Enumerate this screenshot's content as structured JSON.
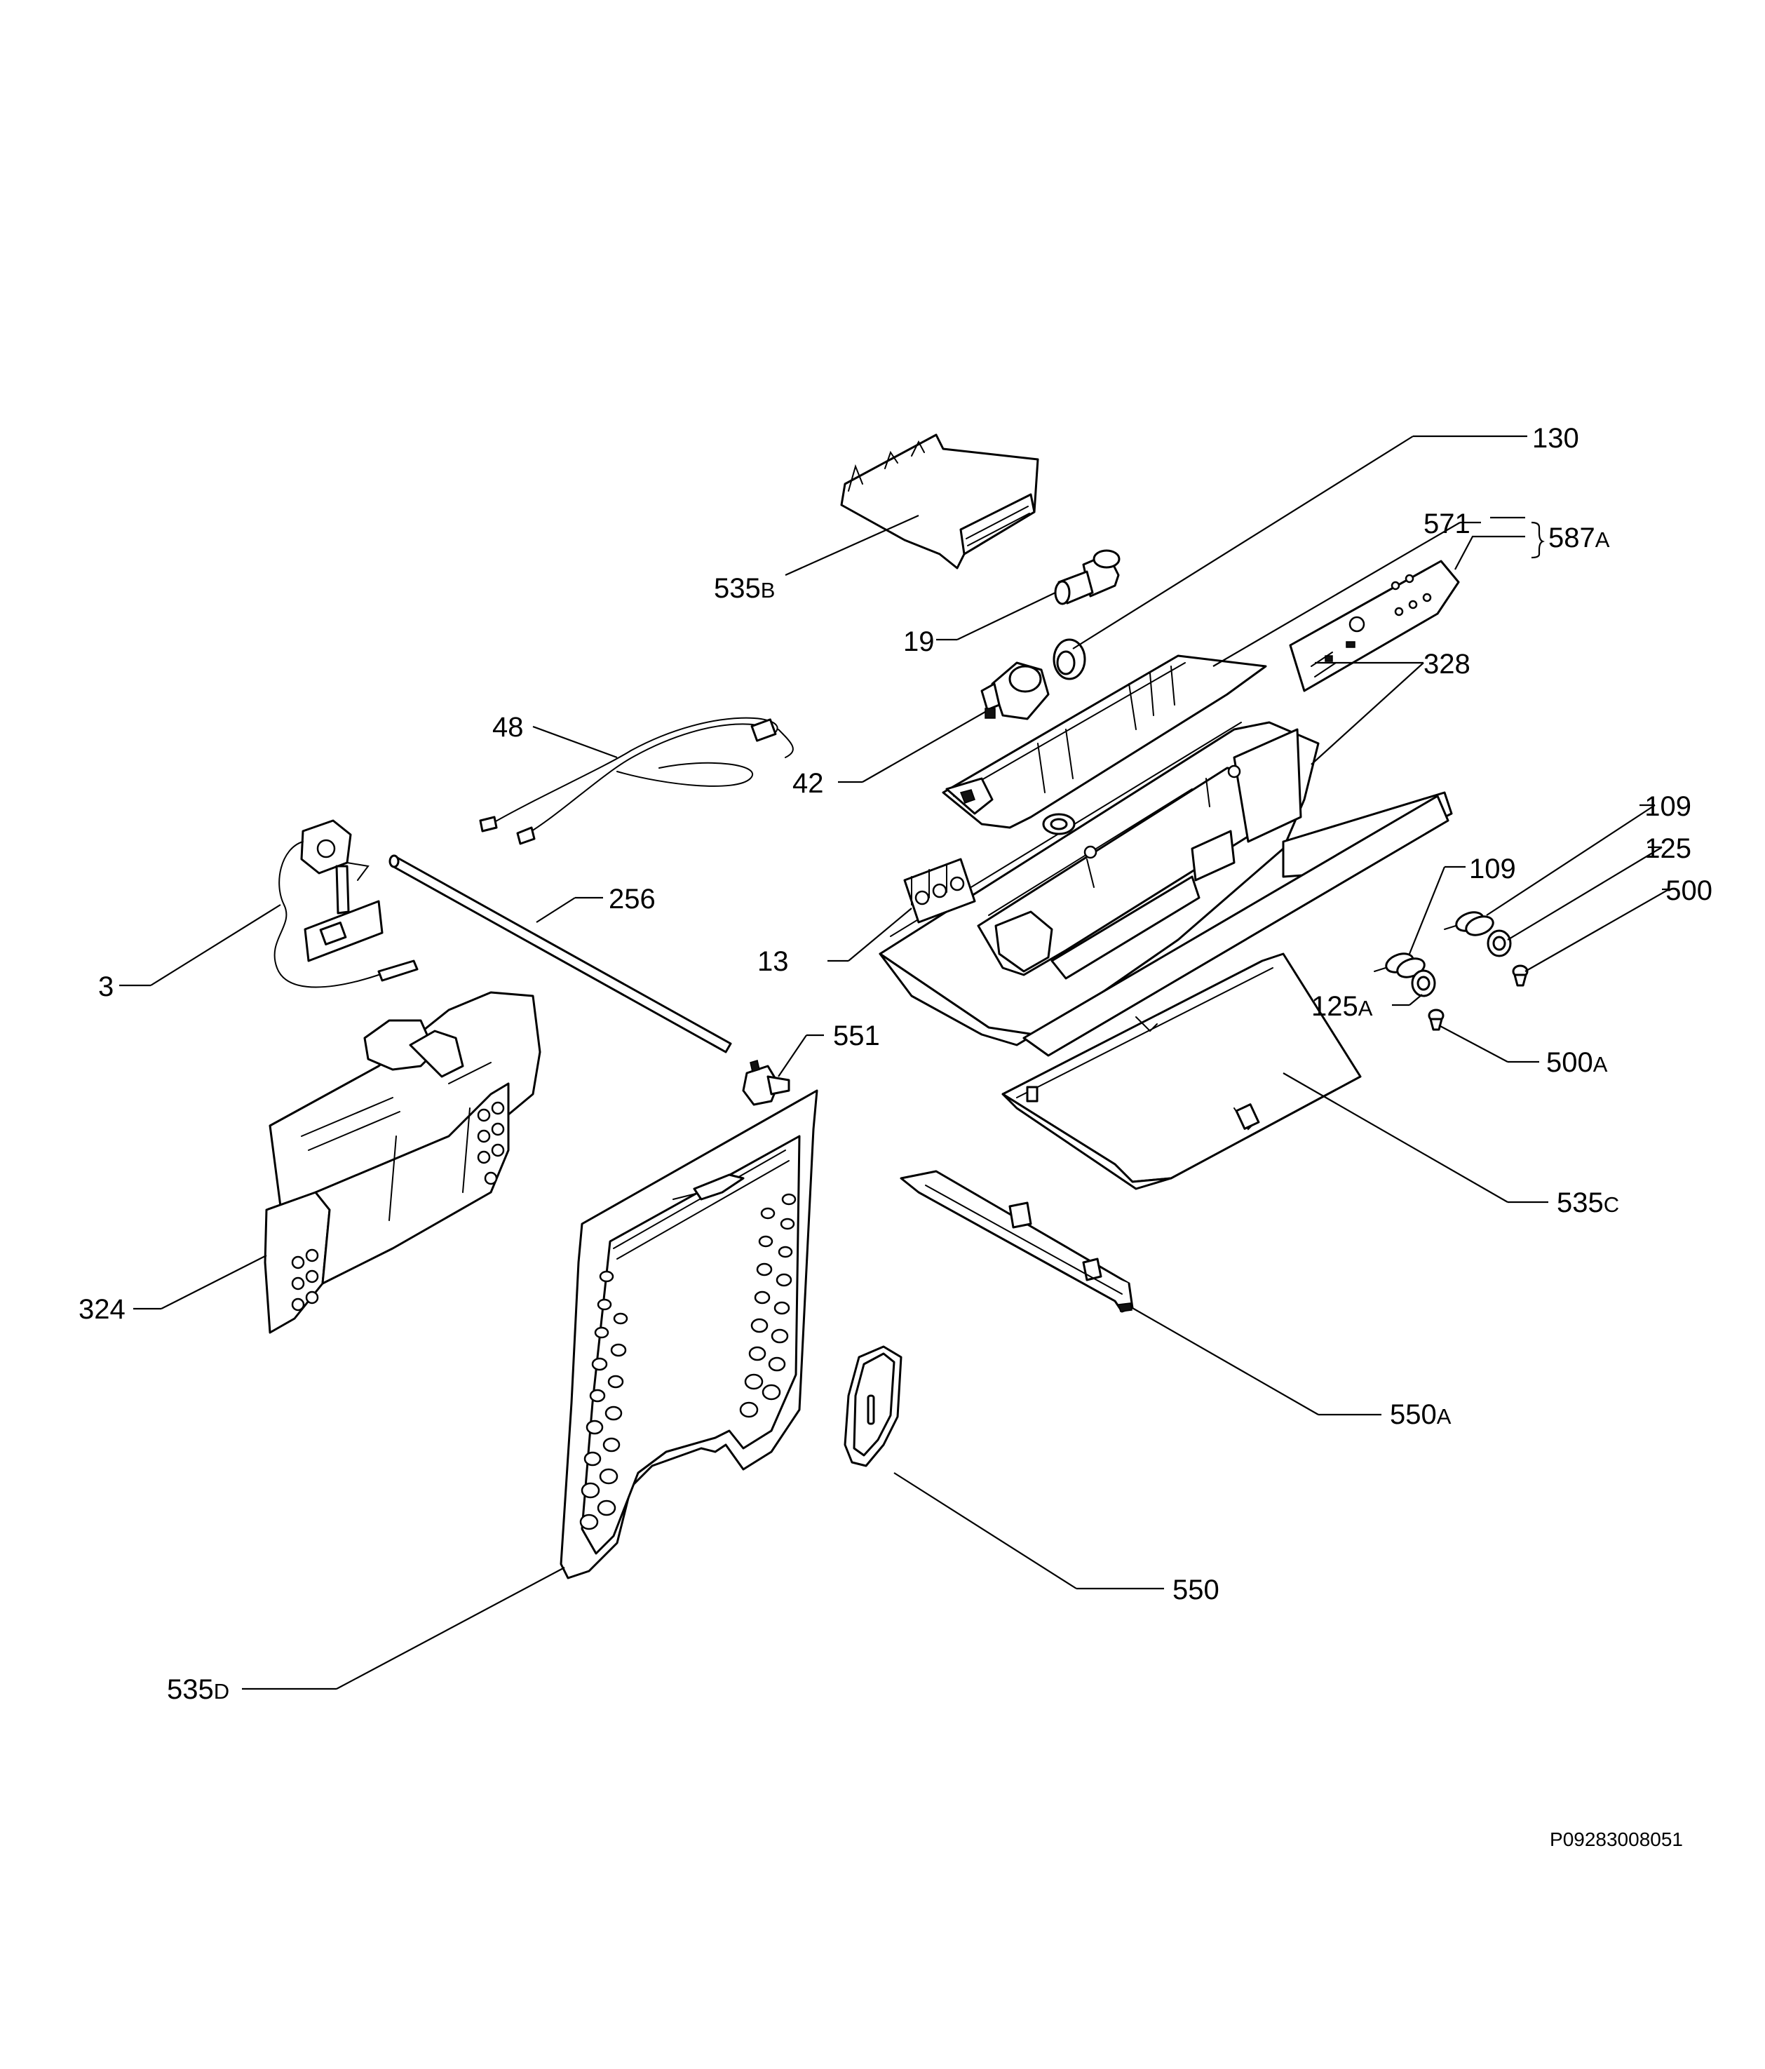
{
  "diagram": {
    "document_code": "P09283008051",
    "callouts": [
      {
        "id": "130",
        "num": "130",
        "suffix": ""
      },
      {
        "id": "571",
        "num": "571",
        "suffix": ""
      },
      {
        "id": "587A",
        "num": "587",
        "suffix": "A"
      },
      {
        "id": "535B",
        "num": "535",
        "suffix": "B"
      },
      {
        "id": "19",
        "num": "19",
        "suffix": ""
      },
      {
        "id": "328",
        "num": "328",
        "suffix": ""
      },
      {
        "id": "48",
        "num": "48",
        "suffix": ""
      },
      {
        "id": "42",
        "num": "42",
        "suffix": ""
      },
      {
        "id": "109a",
        "num": "109",
        "suffix": ""
      },
      {
        "id": "125a",
        "num": "125",
        "suffix": ""
      },
      {
        "id": "500a",
        "num": "500",
        "suffix": ""
      },
      {
        "id": "109b",
        "num": "109",
        "suffix": ""
      },
      {
        "id": "256",
        "num": "256",
        "suffix": ""
      },
      {
        "id": "13",
        "num": "13",
        "suffix": ""
      },
      {
        "id": "3",
        "num": "3",
        "suffix": ""
      },
      {
        "id": "125A",
        "num": "125",
        "suffix": "A"
      },
      {
        "id": "551",
        "num": "551",
        "suffix": ""
      },
      {
        "id": "500A",
        "num": "500",
        "suffix": "A"
      },
      {
        "id": "535C",
        "num": "535",
        "suffix": "C"
      },
      {
        "id": "324",
        "num": "324",
        "suffix": ""
      },
      {
        "id": "550A",
        "num": "550",
        "suffix": "A"
      },
      {
        "id": "550",
        "num": "550",
        "suffix": ""
      },
      {
        "id": "535D",
        "num": "535",
        "suffix": "D"
      }
    ]
  }
}
